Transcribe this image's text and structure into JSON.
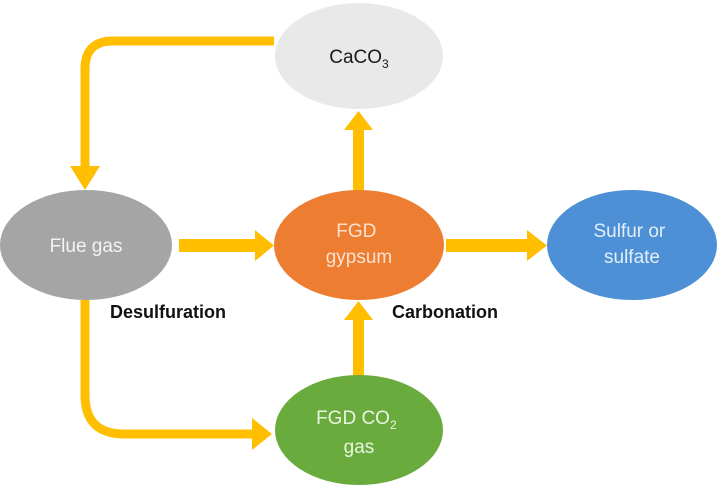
{
  "diagram": {
    "arrow_color": "#ffbf00",
    "nodes": [
      {
        "id": "caco3",
        "lines": [
          "CaCO",
          "3"
        ],
        "fill": "#e9e9ea",
        "text_color": "#1a1a1a"
      },
      {
        "id": "flue-gas",
        "lines": [
          "Flue gas"
        ],
        "fill": "#a5a5a5",
        "text_color": "#f4f4f4"
      },
      {
        "id": "fgd-gypsum",
        "lines": [
          "FGD",
          "gypsum"
        ],
        "fill": "#ed7d31",
        "text_color": "#fbe2d2"
      },
      {
        "id": "sulfur-or-sulfate",
        "lines": [
          "Sulfur or",
          "sulfate"
        ],
        "fill": "#4e90d6",
        "text_color": "#e3eef9"
      },
      {
        "id": "fgd-co2-gas",
        "lines": [
          "FGD CO",
          "2",
          "gas"
        ],
        "fill": "#6aab3e",
        "text_color": "#eaf5e0"
      }
    ],
    "edges": [
      {
        "from": "caco3",
        "to": "flue-gas"
      },
      {
        "from": "flue-gas",
        "to": "fgd-gypsum"
      },
      {
        "from": "fgd-gypsum",
        "to": "caco3"
      },
      {
        "from": "fgd-gypsum",
        "to": "sulfur-or-sulfate"
      },
      {
        "from": "flue-gas",
        "to": "fgd-co2-gas"
      },
      {
        "from": "fgd-co2-gas",
        "to": "fgd-gypsum"
      }
    ],
    "labels": {
      "desulfuration": "Desulfuration",
      "carbonation": "Carbonation"
    }
  }
}
